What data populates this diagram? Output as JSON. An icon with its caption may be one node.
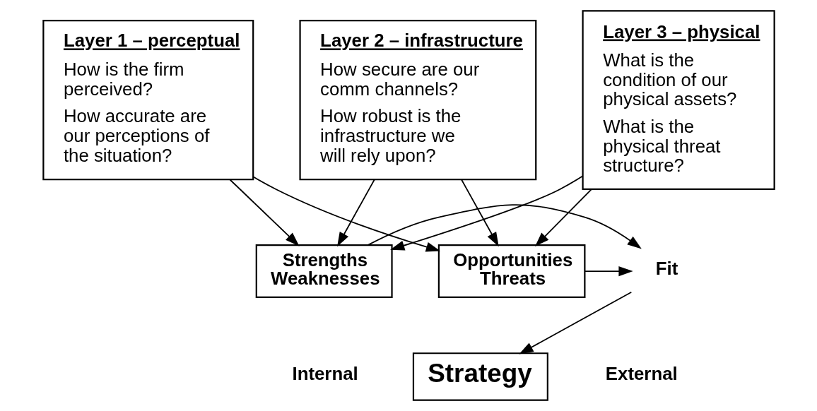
{
  "diagram": {
    "nodes": [
      {
        "text": [
          "Layer 1 – perceptual",
          "How is the firm perceived?",
          "How accurate are our perceptions of the situation?"
        ]
      },
      {
        "text": [
          "Layer 2 – infrastructure",
          "How secure are our comm channels?",
          "How robust is the infrastructure we will rely upon?"
        ]
      },
      {
        "text": [
          "Layer 3 – physical",
          "What is the condition of our physical assets?",
          "What is the physical threat structure?"
        ]
      },
      {
        "text": [
          "Strengths",
          "Weaknesses"
        ]
      },
      {
        "text": [
          "Opportunities",
          "Threats"
        ]
      },
      {
        "text": [
          "Fit"
        ]
      },
      {
        "text": [
          "Strategy"
        ]
      }
    ],
    "edges": [
      {
        "from": 0,
        "to": 3,
        "arrow": "to"
      },
      {
        "from": 0,
        "to": 4,
        "arrow": "to"
      },
      {
        "from": 1,
        "to": 3,
        "arrow": "to"
      },
      {
        "from": 1,
        "to": 4,
        "arrow": "to"
      },
      {
        "from": 2,
        "to": 3,
        "arrow": "to"
      },
      {
        "from": 2,
        "to": 4,
        "arrow": "to"
      },
      {
        "from": 3,
        "to": 5,
        "arrow": "to"
      },
      {
        "from": 4,
        "to": 5,
        "arrow": "to"
      },
      {
        "from": 5,
        "to": 6,
        "arrow": "to"
      }
    ],
    "labels": [
      "Internal",
      "External"
    ]
  }
}
